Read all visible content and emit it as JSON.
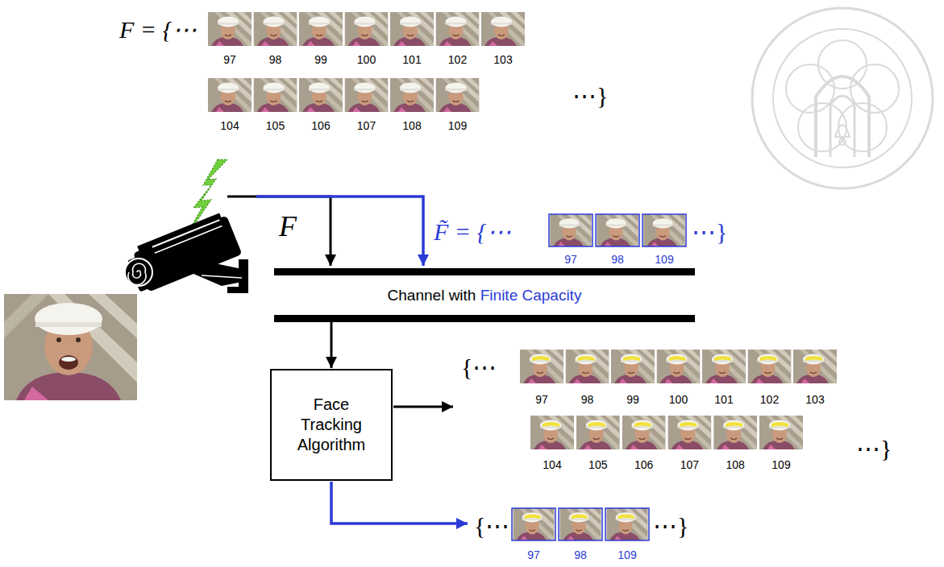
{
  "diagram": {
    "nodes": [
      {
        "text": [
          "Channel with",
          "Finite Capacity"
        ]
      },
      {
        "text": [
          "Face Tracking Algorithm"
        ]
      }
    ],
    "edges": [
      {
        "from": 0,
        "to": 1,
        "arrow": "to"
      }
    ],
    "labels": [
      "F = {⋯",
      "97",
      "98",
      "99",
      "100",
      "101",
      "102",
      "103",
      "104",
      "105",
      "106",
      "107",
      "108",
      "109",
      "⋯}",
      "F",
      "F̃ = {⋯",
      "97",
      "98",
      "109",
      "⋯}",
      "{⋯",
      "97",
      "98",
      "99",
      "100",
      "101",
      "102",
      "103",
      "104",
      "105",
      "106",
      "107",
      "108",
      "109",
      "⋯}",
      "{⋯",
      "97",
      "98",
      "109",
      "⋯}"
    ]
  }
}
